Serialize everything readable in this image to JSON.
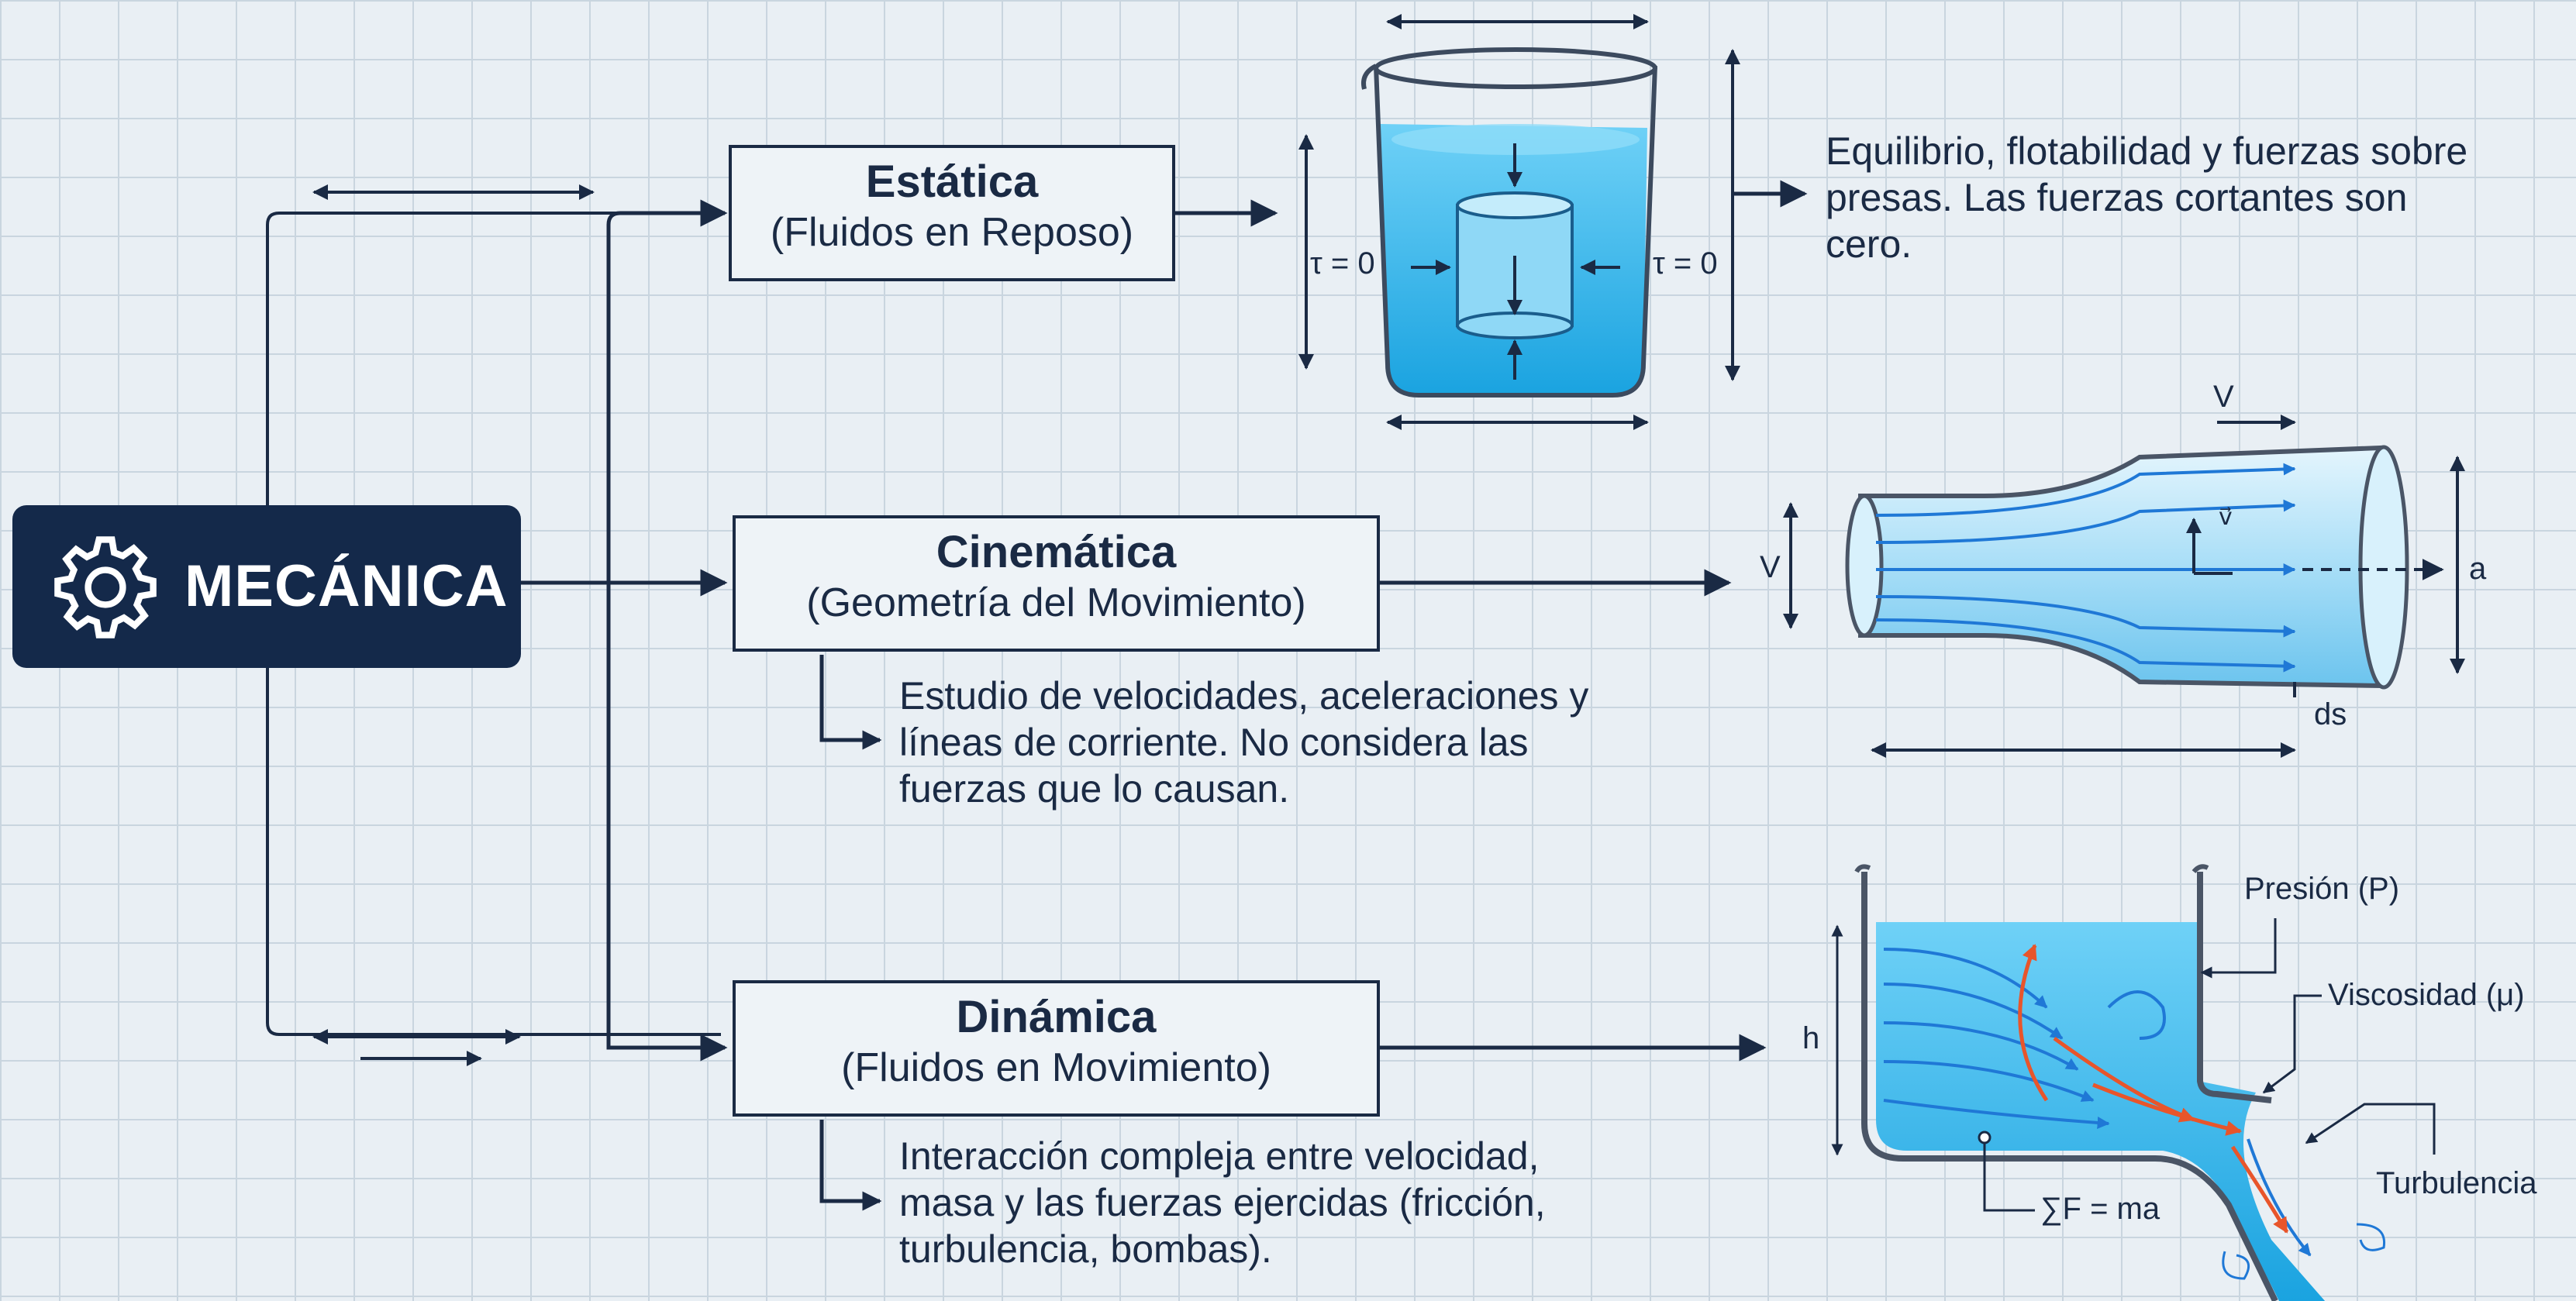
{
  "root": {
    "label": "MECÁNICA",
    "icon": "gear-icon"
  },
  "branches": [
    {
      "title": "Estática",
      "subtitle": "(Fluidos en Reposo)",
      "description": [
        "Equilibrio, flotabilidad y fuerzas sobre",
        "presas. Las fuerzas cortantes son",
        "cero."
      ],
      "labels": {
        "tau_left": "τ = 0",
        "tau_right": "τ = 0"
      }
    },
    {
      "title": "Cinemática",
      "subtitle": "(Geometría del Movimiento)",
      "description": [
        "Estudio de velocidades, aceleraciones y",
        "líneas de corriente. No considera las",
        "fuerzas que lo causan."
      ],
      "labels": {
        "v_top": "V",
        "v_left": "V",
        "a_right": "a",
        "ds": "ds",
        "vec": "v⃗"
      }
    },
    {
      "title": "Dinámica",
      "subtitle": "(Fluidos en Movimiento)",
      "description": [
        "Interacción compleja entre velocidad,",
        "masa y las fuerzas ejercidas (fricción,",
        "turbulencia, bombas)."
      ],
      "labels": {
        "h": "h",
        "pressure": "Presión (P)",
        "viscosity": "Viscosidad (μ)",
        "turbulence": "Turbulencia",
        "newton": "∑F = ma"
      }
    }
  ],
  "colors": {
    "navy": "#14294a",
    "line": "#1a2a44",
    "water": "#2fb6ec",
    "water_light": "#9fdcf7",
    "stream": "#1f78d6",
    "turbulence": "#e8552b"
  }
}
